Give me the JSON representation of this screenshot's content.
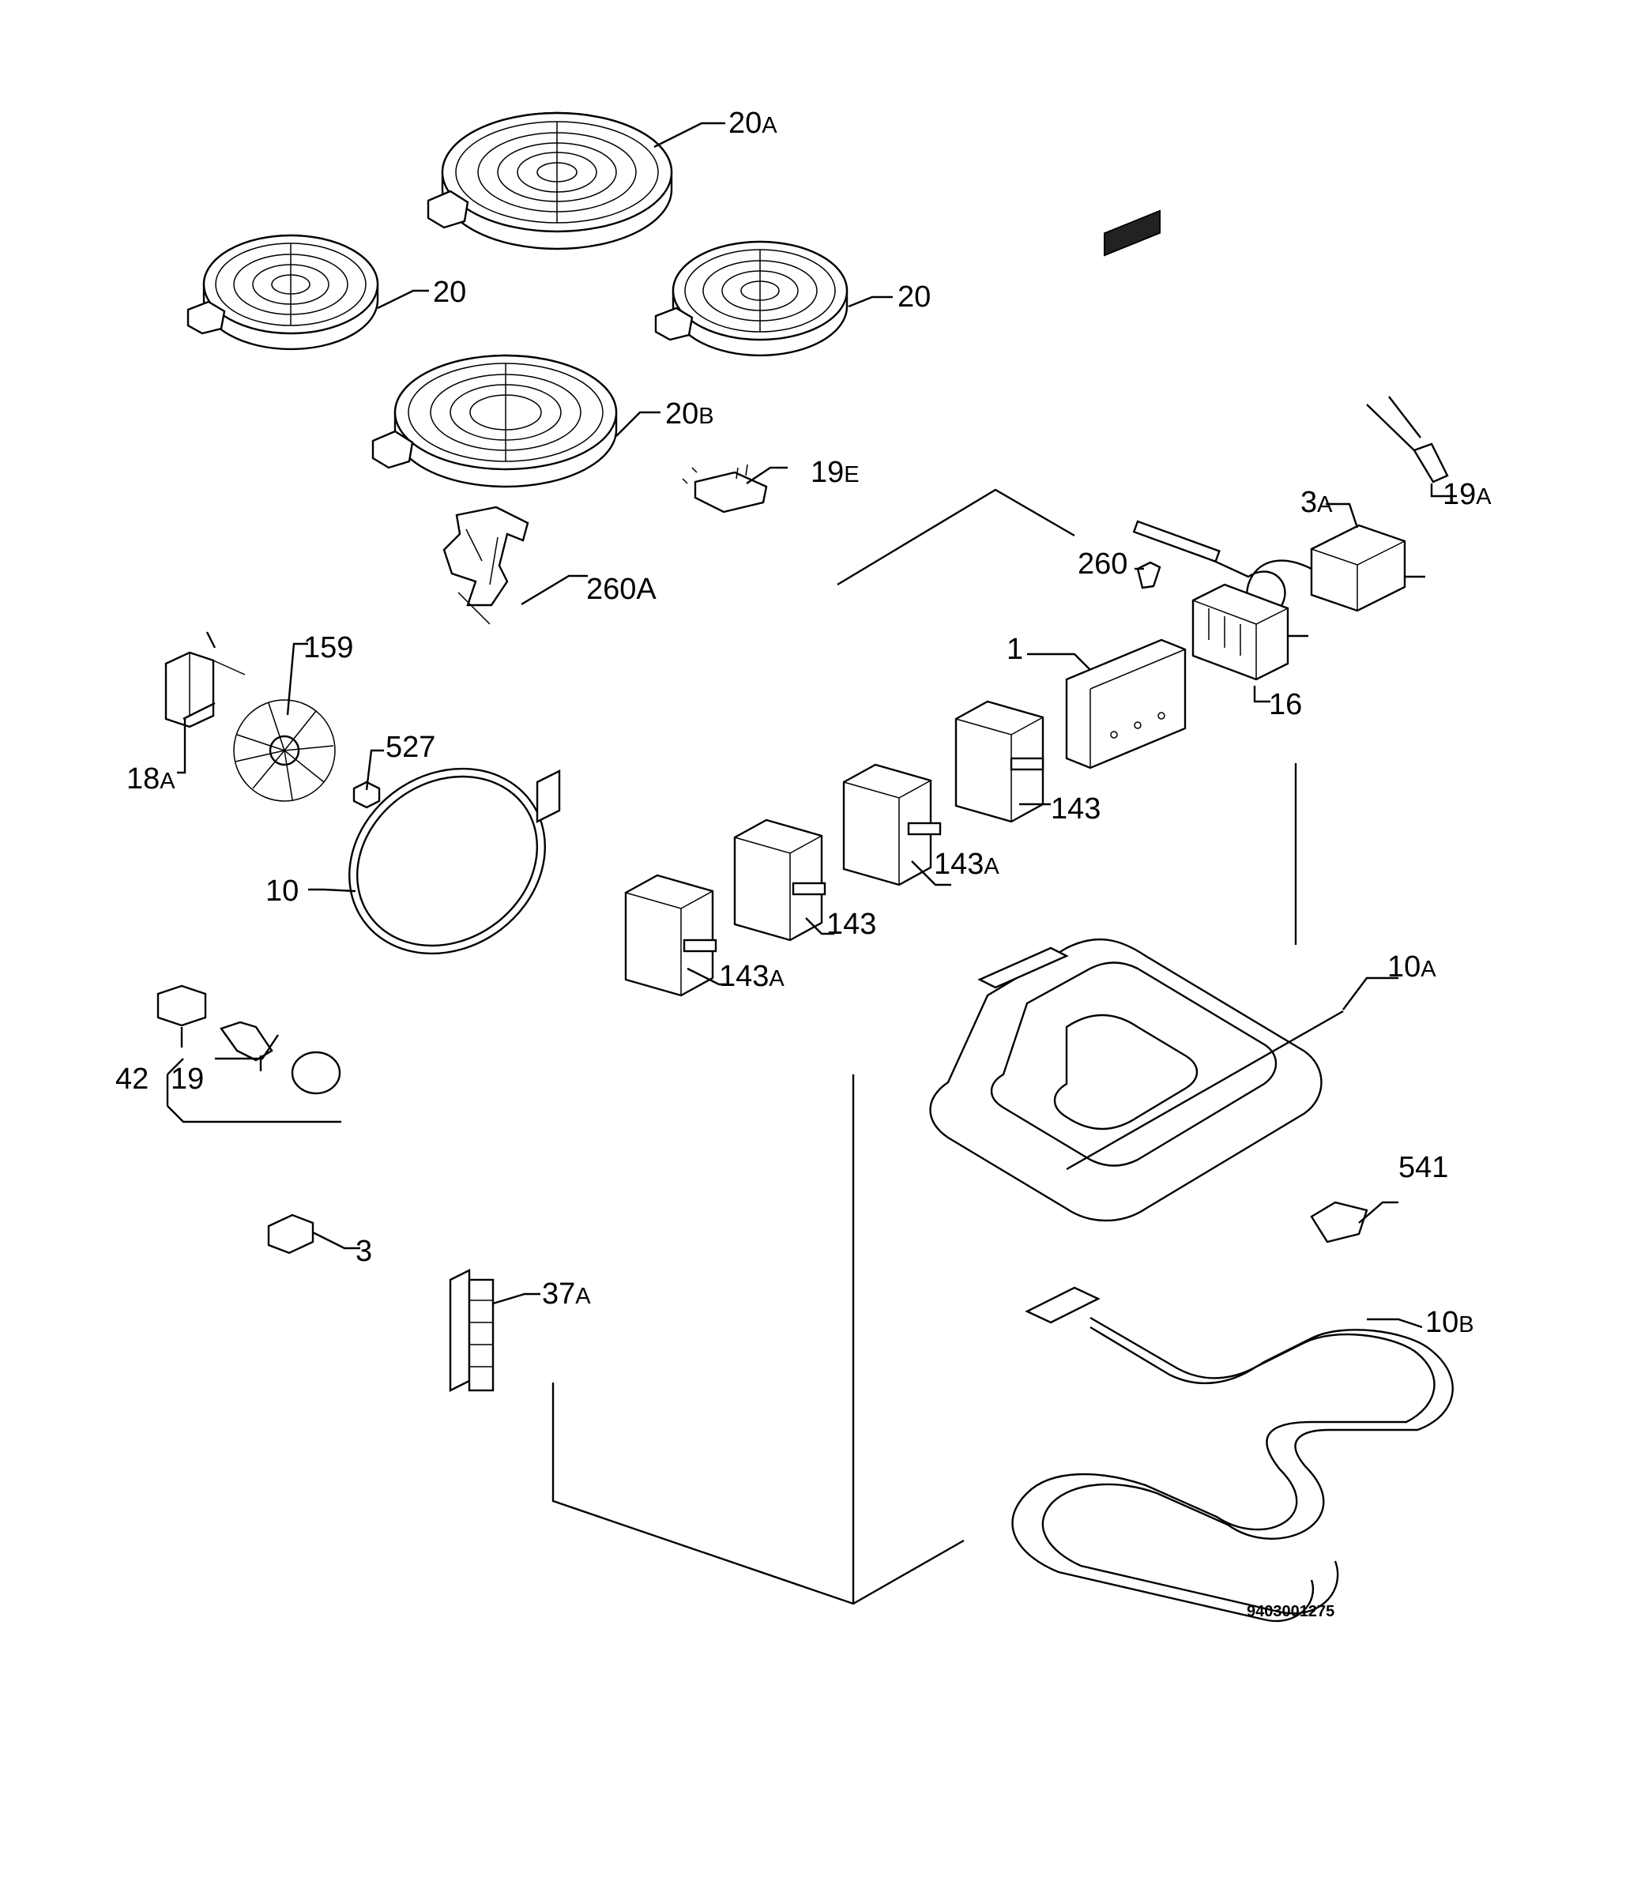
{
  "labels": {
    "l20A": {
      "num": "20",
      "suffix": "A"
    },
    "l20_left": {
      "num": "20",
      "suffix": ""
    },
    "l20_right": {
      "num": "20",
      "suffix": ""
    },
    "l20B": {
      "num": "20",
      "suffix": "B"
    },
    "l19E": {
      "num": "19",
      "suffix": "E"
    },
    "l19A": {
      "num": "19",
      "suffix": "A"
    },
    "l3A": {
      "num": "3",
      "suffix": "A"
    },
    "l260": {
      "num": "260",
      "suffix": ""
    },
    "l260A": {
      "num": "260A",
      "suffix": ""
    },
    "l159": {
      "num": "159",
      "suffix": ""
    },
    "l18A": {
      "num": "18",
      "suffix": "A"
    },
    "l527": {
      "num": "527",
      "suffix": ""
    },
    "l1": {
      "num": "1",
      "suffix": ""
    },
    "l16": {
      "num": "16",
      "suffix": ""
    },
    "l143_a": {
      "num": "143",
      "suffix": ""
    },
    "l143A_a": {
      "num": "143",
      "suffix": "A"
    },
    "l143_b": {
      "num": "143",
      "suffix": ""
    },
    "l143A_b": {
      "num": "143",
      "suffix": "A"
    },
    "l10": {
      "num": "10",
      "suffix": ""
    },
    "l10A": {
      "num": "10",
      "suffix": "A"
    },
    "l42": {
      "num": "42",
      "suffix": ""
    },
    "l19": {
      "num": "19",
      "suffix": ""
    },
    "l541": {
      "num": "541",
      "suffix": ""
    },
    "l3": {
      "num": "3",
      "suffix": ""
    },
    "l37A": {
      "num": "37",
      "suffix": "A"
    },
    "l10B": {
      "num": "10",
      "suffix": "B"
    }
  },
  "doc_number": "9403001275"
}
